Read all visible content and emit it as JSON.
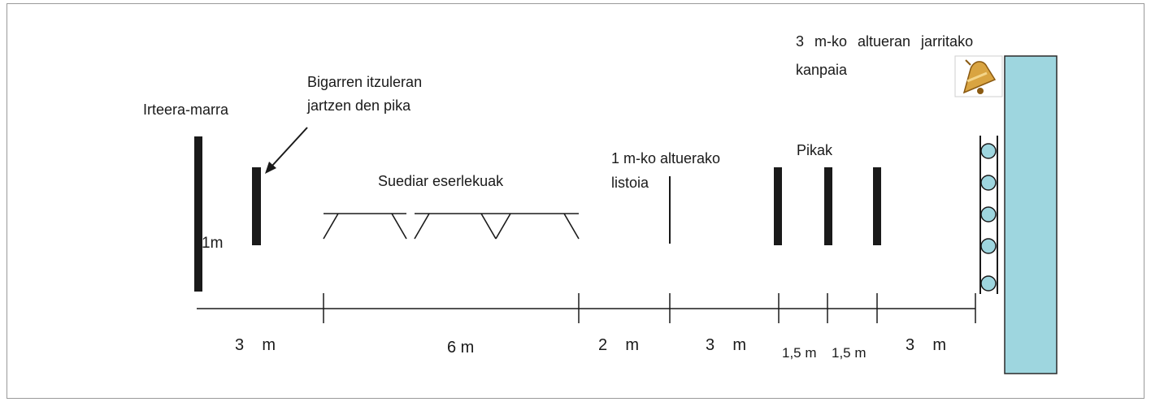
{
  "labels": {
    "start_line": "Irteera-marra",
    "second_turn_pike_1": "Bigarren itzuleran",
    "second_turn_pike_2": "jartzen den pika",
    "swedish_benches": "Suediar eserlekuak",
    "rail_1": "1 m-ko altuerako",
    "rail_2": "listoia",
    "pikes": "Pikak",
    "bell_1": "3 m-ko altueran jarritako",
    "bell_2": "kanpaia",
    "height_1m": "1m"
  },
  "distances": [
    "3    m",
    "6 m",
    "2    m",
    "3    m",
    "1,5 m",
    "1,5 m",
    "3    m"
  ],
  "colors": {
    "wall": "#9ed6df",
    "wall_border": "#2a2a2a",
    "ink": "#1a1a1a",
    "bell": "#d9a441"
  },
  "icons": [
    "bell-icon"
  ]
}
